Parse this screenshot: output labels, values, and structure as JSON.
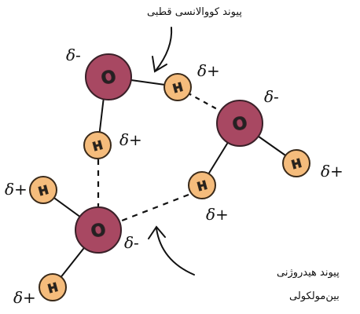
{
  "captions": {
    "covalent_bond": "پیوند کووالانسی قطبی",
    "hydrogen_bond_line1": "پیوند هیدروژنی",
    "hydrogen_bond_line2": "بین‌مولکولی"
  },
  "atoms": {
    "oxygen_symbol": "O",
    "hydrogen_symbol": "H"
  },
  "charges": {
    "partial_negative": "δ-",
    "partial_positive": "δ+"
  },
  "colors": {
    "oxygen_fill": "#a84862",
    "oxygen_stroke": "#3a2028",
    "hydrogen_fill": "#f5bc7c",
    "hydrogen_stroke": "#3a2a1a",
    "bond": "#111111"
  }
}
